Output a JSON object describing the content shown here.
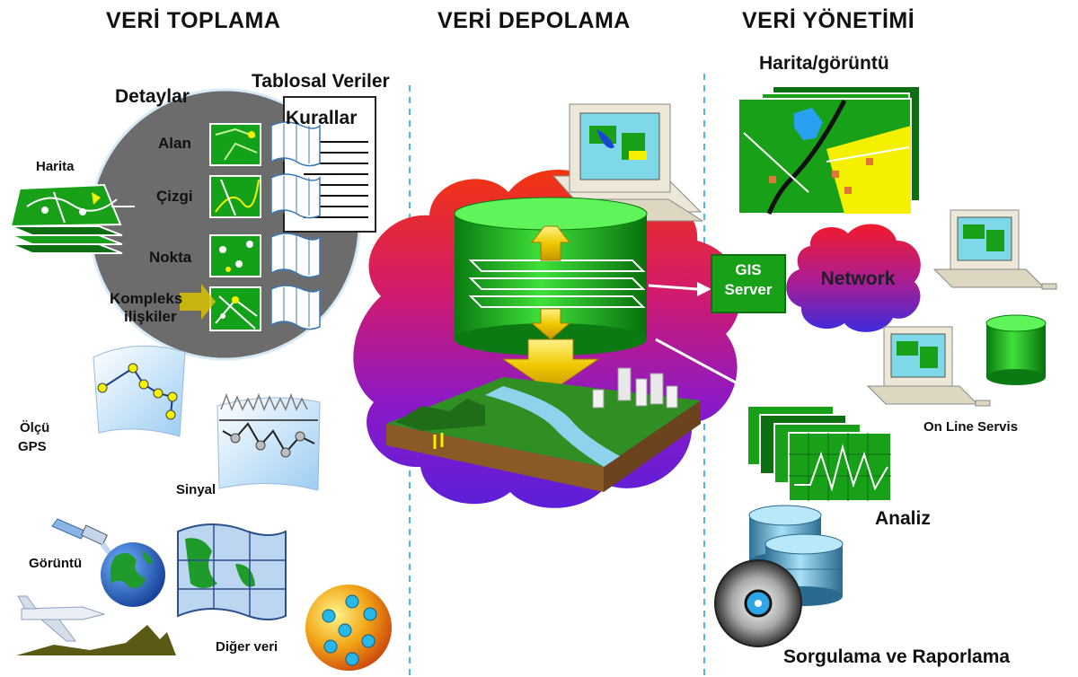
{
  "headers": {
    "collection": "VERİ TOPLAMA",
    "storage": "VERİ DEPOLAMA",
    "management": "VERİ YÖNETİMİ"
  },
  "collection": {
    "details_title": "Detaylar",
    "tabular": "Tablosal Veriler",
    "rules": "Kurallar",
    "map": "Harita",
    "area": "Alan",
    "line": "Çizgi",
    "point": "Nokta",
    "complex_line1": "Kompleks",
    "complex_line2": "ilişkiler",
    "gps_line1": "Ölçü",
    "gps_line2": "GPS",
    "signal": "Sinyal",
    "image": "Görüntü",
    "other": "Diğer veri"
  },
  "storage": {
    "server_line1": "GIS",
    "server_line2": "Server"
  },
  "management": {
    "map_image": "Harita/görüntü",
    "network": "Network",
    "online": "On Line Servis",
    "analysis": "Analiz",
    "query": "Sorgulama  ve Raporlama"
  },
  "colors": {
    "green": "#17a018",
    "dark_green": "#0d6e12",
    "yellow": "#f4f000",
    "circle_gray": "#6c6c6c",
    "divider": "#4db6e6"
  }
}
